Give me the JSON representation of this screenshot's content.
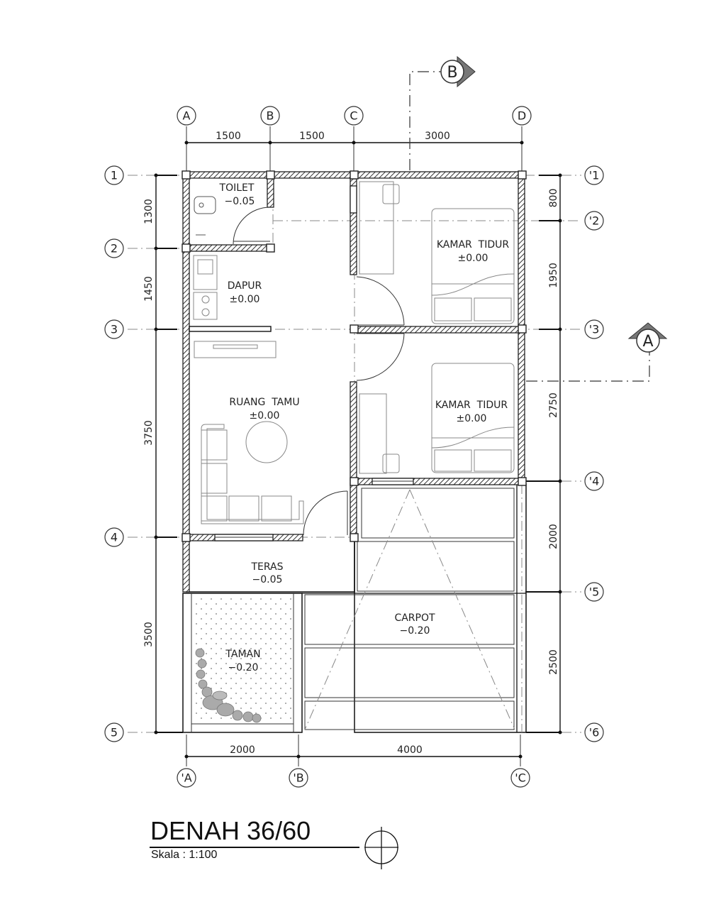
{
  "drawing": {
    "title": "DENAH 36/60",
    "scale": "Skala : 1:100"
  },
  "grid_top": [
    {
      "label": "A"
    },
    {
      "label": "B"
    },
    {
      "label": "C"
    },
    {
      "label": "D"
    }
  ],
  "grid_bottom": [
    {
      "label": "'A"
    },
    {
      "label": "'B"
    },
    {
      "label": "'C"
    }
  ],
  "grid_left": [
    {
      "label": "1"
    },
    {
      "label": "2"
    },
    {
      "label": "3"
    },
    {
      "label": "4"
    },
    {
      "label": "5"
    }
  ],
  "grid_right": [
    {
      "label": "'1"
    },
    {
      "label": "'2"
    },
    {
      "label": "'3"
    },
    {
      "label": "'4"
    },
    {
      "label": "'5"
    },
    {
      "label": "'6"
    }
  ],
  "dims_top": [
    "1500",
    "1500",
    "3000"
  ],
  "dims_bottom": [
    "2000",
    "4000"
  ],
  "dims_left": [
    "1300",
    "1450",
    "3750",
    "3500"
  ],
  "dims_right": [
    "800",
    "1950",
    "2750",
    "2000",
    "2500"
  ],
  "sections": {
    "a": "A",
    "b": "B"
  },
  "rooms": {
    "toilet": {
      "name": "TOILET",
      "level": "−0.05"
    },
    "dapur": {
      "name": "DAPUR",
      "level": "±0.00"
    },
    "ruang_tamu": {
      "name": "RUANG  TAMU",
      "level": "±0.00"
    },
    "kamar1": {
      "name": "KAMAR  TIDUR",
      "level": "±0.00"
    },
    "kamar2": {
      "name": "KAMAR  TIDUR",
      "level": "±0.00"
    },
    "teras": {
      "name": "TERAS",
      "level": "−0.05"
    },
    "taman": {
      "name": "TAMAN",
      "level": "−0.20"
    },
    "carpot": {
      "name": "CARPOT",
      "level": "−0.20"
    }
  }
}
